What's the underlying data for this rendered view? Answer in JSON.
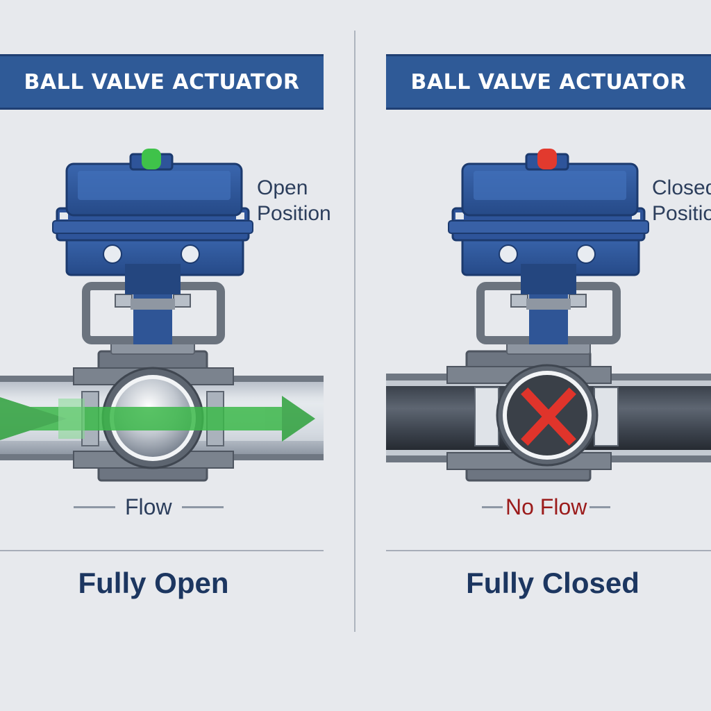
{
  "left": {
    "banner": "BALL VALVE ACTUATOR",
    "position_line1": "Open",
    "position_line2": "Position",
    "flow_label": "Flow",
    "state_title": "Fully Open",
    "indicator_color": "#3fc24a"
  },
  "right": {
    "banner": "BALL VALVE ACTUATOR",
    "position_line1": "Closed",
    "position_line2": "Position",
    "flow_label": "No Flow",
    "state_title": "Fully Closed",
    "indicator_color": "#e23a2e"
  },
  "colors": {
    "banner": "#2f5a97",
    "actuator": "#2e549a",
    "flow_arrow": "#3cb84a",
    "closed_x": "#e0342b",
    "no_flow_text": "#9b1b1b"
  },
  "icons": {
    "open_indicator": "green-indicator-light-icon",
    "closed_indicator": "red-indicator-light-icon",
    "flow_arrow": "green-arrow-icon",
    "closed_mark": "red-x-icon"
  }
}
